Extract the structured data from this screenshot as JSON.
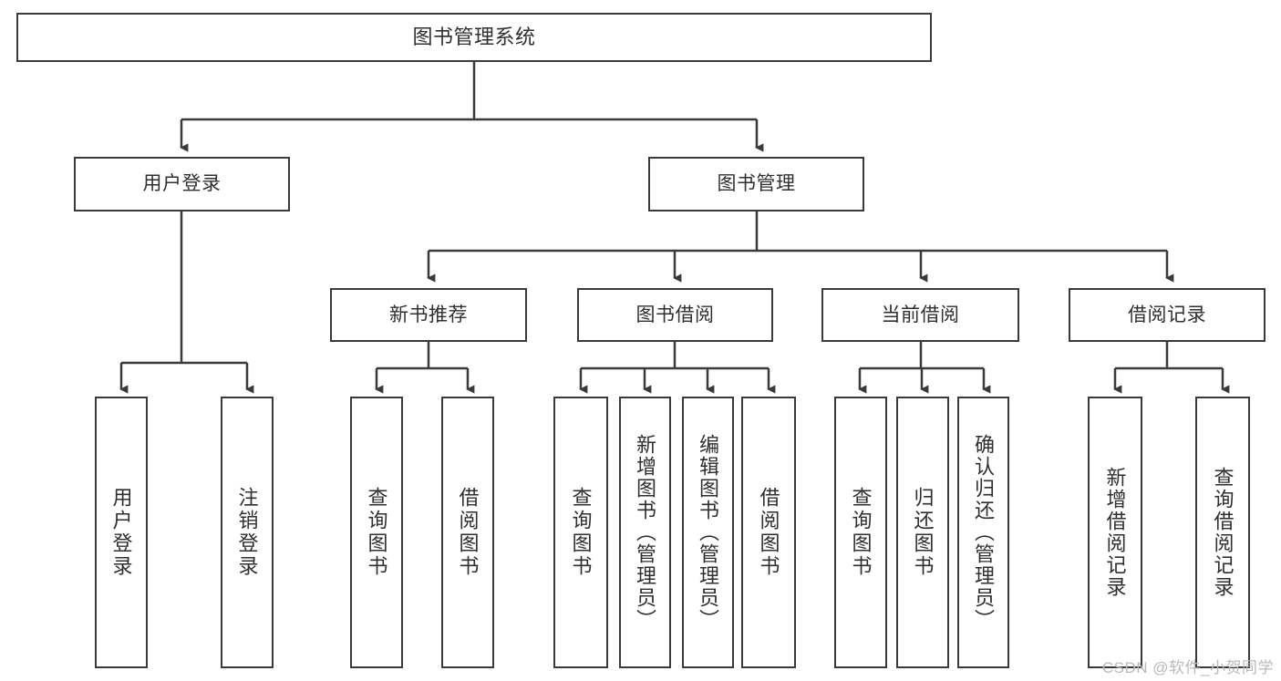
{
  "diagram": {
    "title": "图书管理系统",
    "watermark": "CSDN @软件_小贺同学",
    "line_color": "#3a3a3a",
    "text_color": "#2f2f2f",
    "background": "#ffffff",
    "root": {
      "label": "图书管理系统"
    },
    "level2": [
      {
        "label": "用户登录"
      },
      {
        "label": "图书管理"
      }
    ],
    "level3": [
      {
        "label": "新书推荐"
      },
      {
        "label": "图书借阅"
      },
      {
        "label": "当前借阅"
      },
      {
        "label": "借阅记录"
      }
    ],
    "leaves": {
      "user_login": [
        {
          "label": "用户登录"
        },
        {
          "label": "注销登录"
        }
      ],
      "new_book_recommend": [
        {
          "label": "查询图书"
        },
        {
          "label": "借阅图书"
        }
      ],
      "book_borrow": [
        {
          "label": "查询图书"
        },
        {
          "label": "新增图书（管理员）"
        },
        {
          "label": "编辑图书（管理员）"
        },
        {
          "label": "借阅图书"
        }
      ],
      "current_borrow": [
        {
          "label": "查询图书"
        },
        {
          "label": "归还图书"
        },
        {
          "label": "确认归还（管理员）"
        }
      ],
      "borrow_record": [
        {
          "label": "新增借阅记录"
        },
        {
          "label": "查询借阅记录"
        }
      ]
    }
  }
}
